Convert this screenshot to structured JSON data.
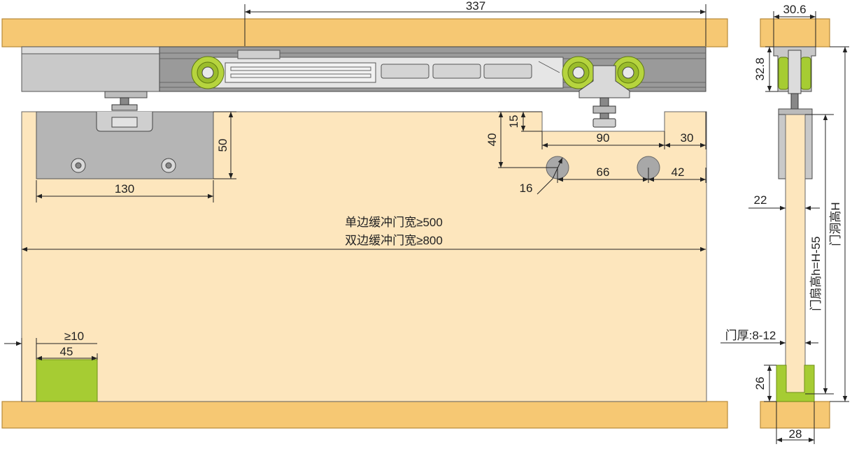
{
  "colors": {
    "wood": "#f6c873",
    "door_panel": "#fde6bd",
    "aluminium": "#9a9a9a",
    "guide_green": "#a6cc33"
  },
  "front_view": {
    "dims": {
      "track_length": "337",
      "bracket_width": "130",
      "bracket_height": "50",
      "notch_depth": "15",
      "hole_offset_vertical": "40",
      "notch_width": "90",
      "notch_end_offset": "30",
      "hole_diameter": "16",
      "hole_spacing": "66",
      "hole_end_offset": "42",
      "guide_clearance": "≥10",
      "guide_width": "45"
    },
    "notes": {
      "single_buffer": "单边缓冲门宽≥500",
      "double_buffer": "双边缓冲门宽≥800"
    }
  },
  "side_view": {
    "dims": {
      "top_width": "30.6",
      "track_height": "32.8",
      "gap_22": "22",
      "door_height": "门扇高h=H-55",
      "opening_height": "门洞高H",
      "door_thickness": "门厚:8-12",
      "guide_height": "26",
      "guide_width": "28"
    }
  }
}
